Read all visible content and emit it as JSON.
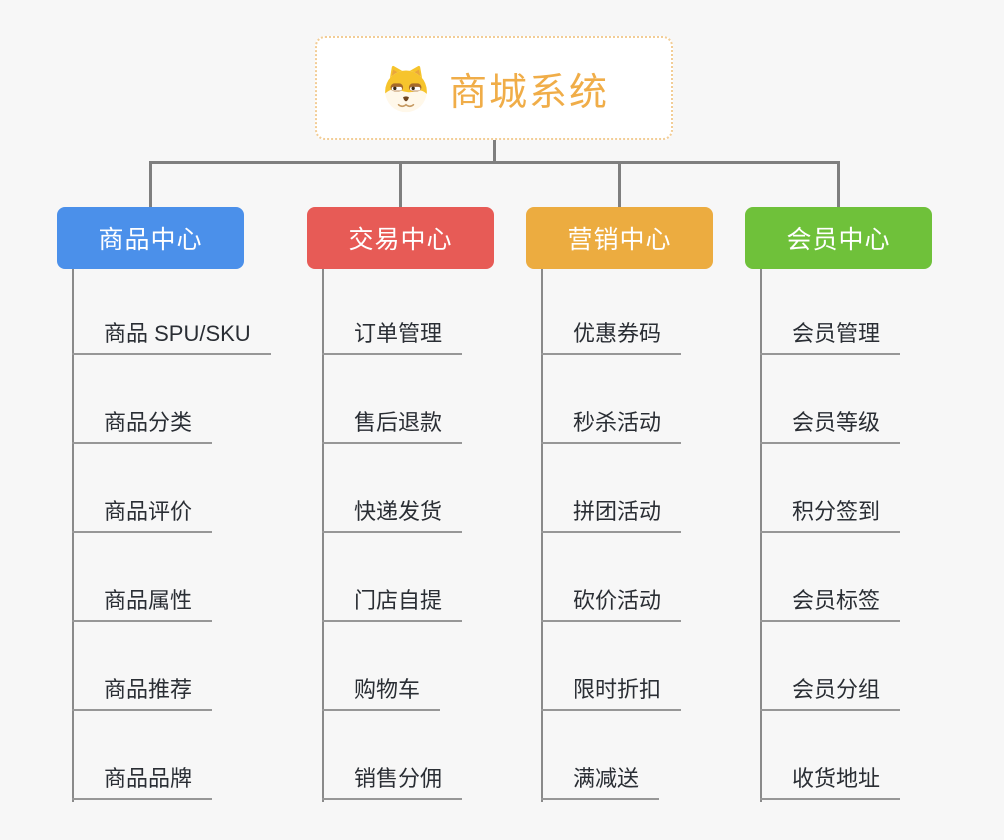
{
  "root": {
    "title": "商城系统",
    "icon": "dog-icon",
    "accent_color": "#F0AD48",
    "border_color": "#F2CD96"
  },
  "branches": [
    {
      "label": "商品中心",
      "color": "#4B90EA",
      "children": [
        "商品 SPU/SKU",
        "商品分类",
        "商品评价",
        "商品属性",
        "商品推荐",
        "商品品牌"
      ]
    },
    {
      "label": "交易中心",
      "color": "#E75B56",
      "children": [
        "订单管理",
        "售后退款",
        "快递发货",
        "门店自提",
        "购物车",
        "销售分佣"
      ]
    },
    {
      "label": "营销中心",
      "color": "#ECAC40",
      "children": [
        "优惠券码",
        "秒杀活动",
        "拼团活动",
        "砍价活动",
        "限时折扣",
        "满减送"
      ]
    },
    {
      "label": "会员中心",
      "color": "#6FC13A",
      "children": [
        "会员管理",
        "会员等级",
        "积分签到",
        "会员标签",
        "会员分组",
        "收货地址"
      ]
    }
  ],
  "colors": {
    "background": "#F7F7F7",
    "connector": "#7F7F7F",
    "leaf_underline": "#979797",
    "leaf_text": "#2A2E34"
  }
}
